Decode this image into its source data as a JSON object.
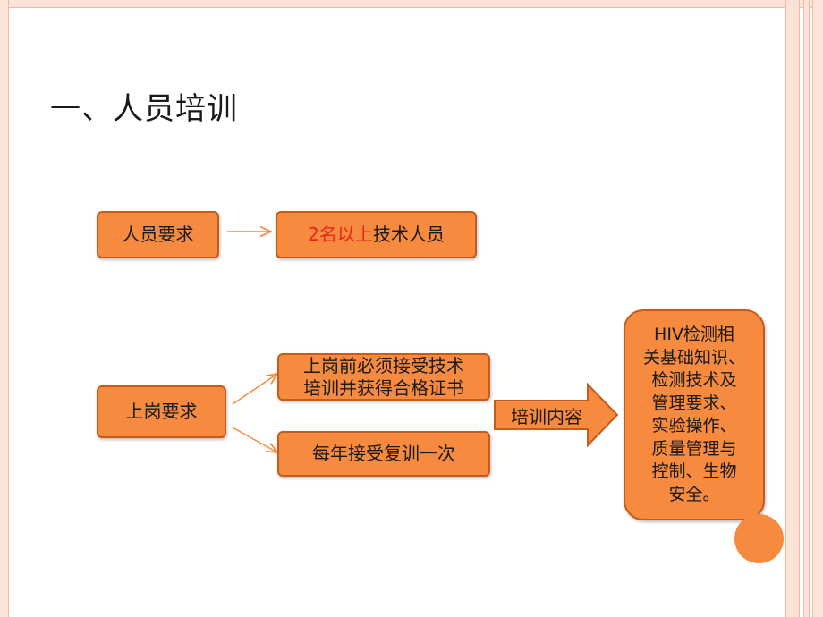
{
  "title": "一、人员培训",
  "personnel": {
    "requirement_label": "人员要求",
    "count_highlight": "2名以上",
    "count_rest": "技术人员"
  },
  "post": {
    "requirement_label": "上岗要求",
    "pre_training_line1": "上岗前必须接受技术",
    "pre_training_line2": "培训并获得合格证书",
    "annual_training": "每年接受复训一次"
  },
  "training": {
    "arrow_label": "培训内容",
    "content_lines": [
      "HIV检测相",
      "关基础知识、",
      "检测技术及",
      "管理要求、",
      "实验操作、",
      "质量管理与",
      "控制、生物",
      "安全。"
    ]
  },
  "colors": {
    "box_fill": "#f68a3e",
    "box_border": "#c55c1d",
    "highlight_text": "#e8261c",
    "decor_stripe": "#f4b79f"
  }
}
